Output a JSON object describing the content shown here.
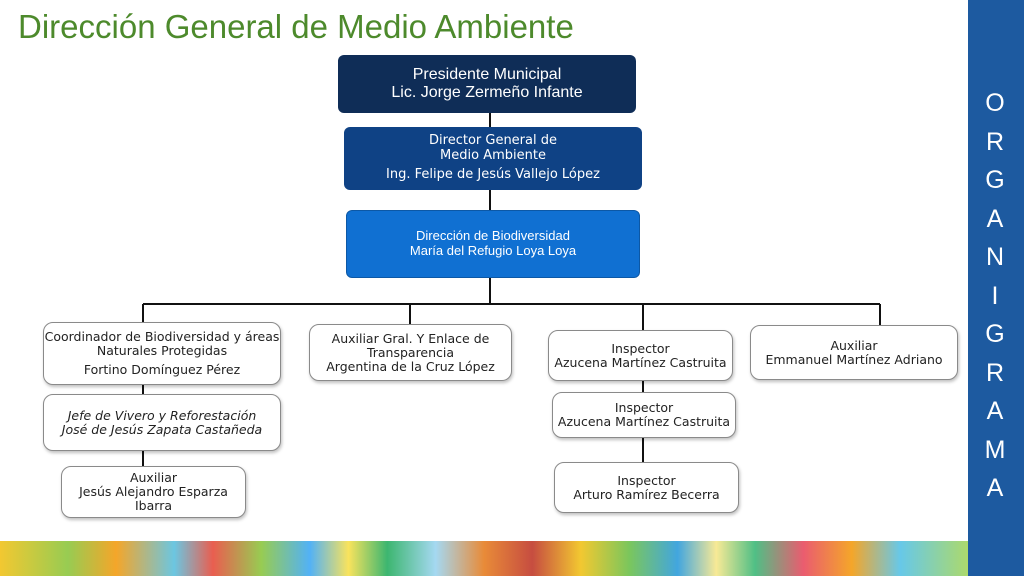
{
  "title": "Dirección General de Medio Ambiente",
  "side_label": [
    "O",
    "R",
    "G",
    "A",
    "N",
    "I",
    "G",
    "R",
    "A",
    "M",
    "A"
  ],
  "nodes": {
    "presidente": {
      "line1": "Presidente Municipal",
      "line2": "Lic. Jorge Zermeño Infante"
    },
    "director": {
      "line1": "Director General de",
      "line2": "Medio Ambiente",
      "line3": "Ing. Felipe de Jesús Vallejo López"
    },
    "biodiversidad": {
      "line1": "Dirección de Biodiversidad",
      "line2": "María del Refugio Loya Loya"
    },
    "coordinador": {
      "line1": "Coordinador de Biodiversidad y áreas",
      "line2": "Naturales Protegidas",
      "line3": "Fortino Domínguez Pérez"
    },
    "jefe_vivero": {
      "line1": "Jefe de Vivero y Reforestación",
      "line2": "José de Jesús Zapata Castañeda"
    },
    "auxiliar_esparza": {
      "line1": "Auxiliar",
      "line2": "Jesús Alejandro Esparza",
      "line3": "Ibarra"
    },
    "auxiliar_gral": {
      "line1": "Auxiliar Gral. Y Enlace de",
      "line2": "Transparencia",
      "line3": "Argentina de la Cruz López"
    },
    "inspector_1": {
      "line1": "Inspector",
      "line2": "Azucena Martínez Castruita"
    },
    "inspector_2": {
      "line1": "Inspector",
      "line2": "Azucena Martínez Castruita"
    },
    "inspector_3": {
      "line1": "Inspector",
      "line2": "Arturo Ramírez Becerra"
    },
    "auxiliar_adriano": {
      "line1": "Auxiliar",
      "line2": "Emmanuel Martínez Adriano"
    }
  }
}
